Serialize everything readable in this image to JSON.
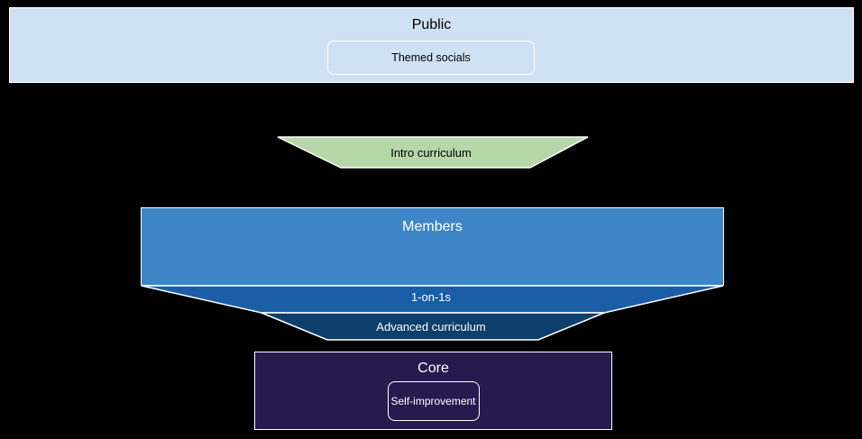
{
  "diagram": {
    "background_color": "#000000",
    "public": {
      "title": "Public",
      "badge": "Themed socials",
      "color": "#cfe2f3",
      "text_color": "#000000"
    },
    "intro": {
      "label": "Intro curriculum",
      "color": "#b6d7a8",
      "text_color": "#000000"
    },
    "members": {
      "title": "Members",
      "color": "#3d85c6",
      "text_color": "#ffffff"
    },
    "one_on_ones": {
      "label": "1-on-1s",
      "color": "#1b5ea6",
      "text_color": "#ffffff"
    },
    "advanced": {
      "label": "Advanced curriculum",
      "color": "#0e3f6c",
      "text_color": "#ffffff"
    },
    "core": {
      "title": "Core",
      "badge": "Self-improvement",
      "color": "#261b4f",
      "text_color": "#ffffff"
    }
  }
}
